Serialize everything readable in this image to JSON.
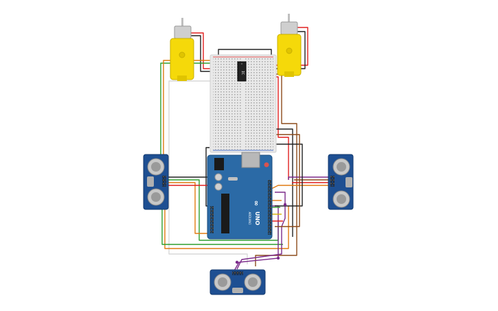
{
  "canvas": {
    "background": "#ffffff"
  },
  "colors": {
    "motor_body": "#f5d90a",
    "motor_shaft": "#bfbfbf",
    "sensor_board": "#1e4f92",
    "sensor_transducer": "#c8c8c8",
    "arduino_board": "#2b6aa6",
    "breadboard": "#e9e9e9",
    "wire_red": "#e01e1e",
    "wire_black": "#222222",
    "wire_green": "#2e9e2e",
    "wire_orange": "#e07a10",
    "wire_purple": "#7b2a8a",
    "wire_white": "#d8d8d8",
    "wire_brown": "#8b4a1a"
  },
  "components": {
    "motor_left": {
      "label": ""
    },
    "motor_right": {
      "label": ""
    },
    "breadboard": {
      "label": ""
    },
    "motor_driver_ic": {
      "label": "IC"
    },
    "arduino": {
      "brand_mark": "∞",
      "model": "UNO",
      "maker": "ARDUINO"
    },
    "sensor_left": {
      "label": "HC-SR04"
    },
    "sensor_right": {
      "label": "HC-SR04"
    },
    "sensor_bottom": {
      "label": "HC-SR04"
    }
  }
}
